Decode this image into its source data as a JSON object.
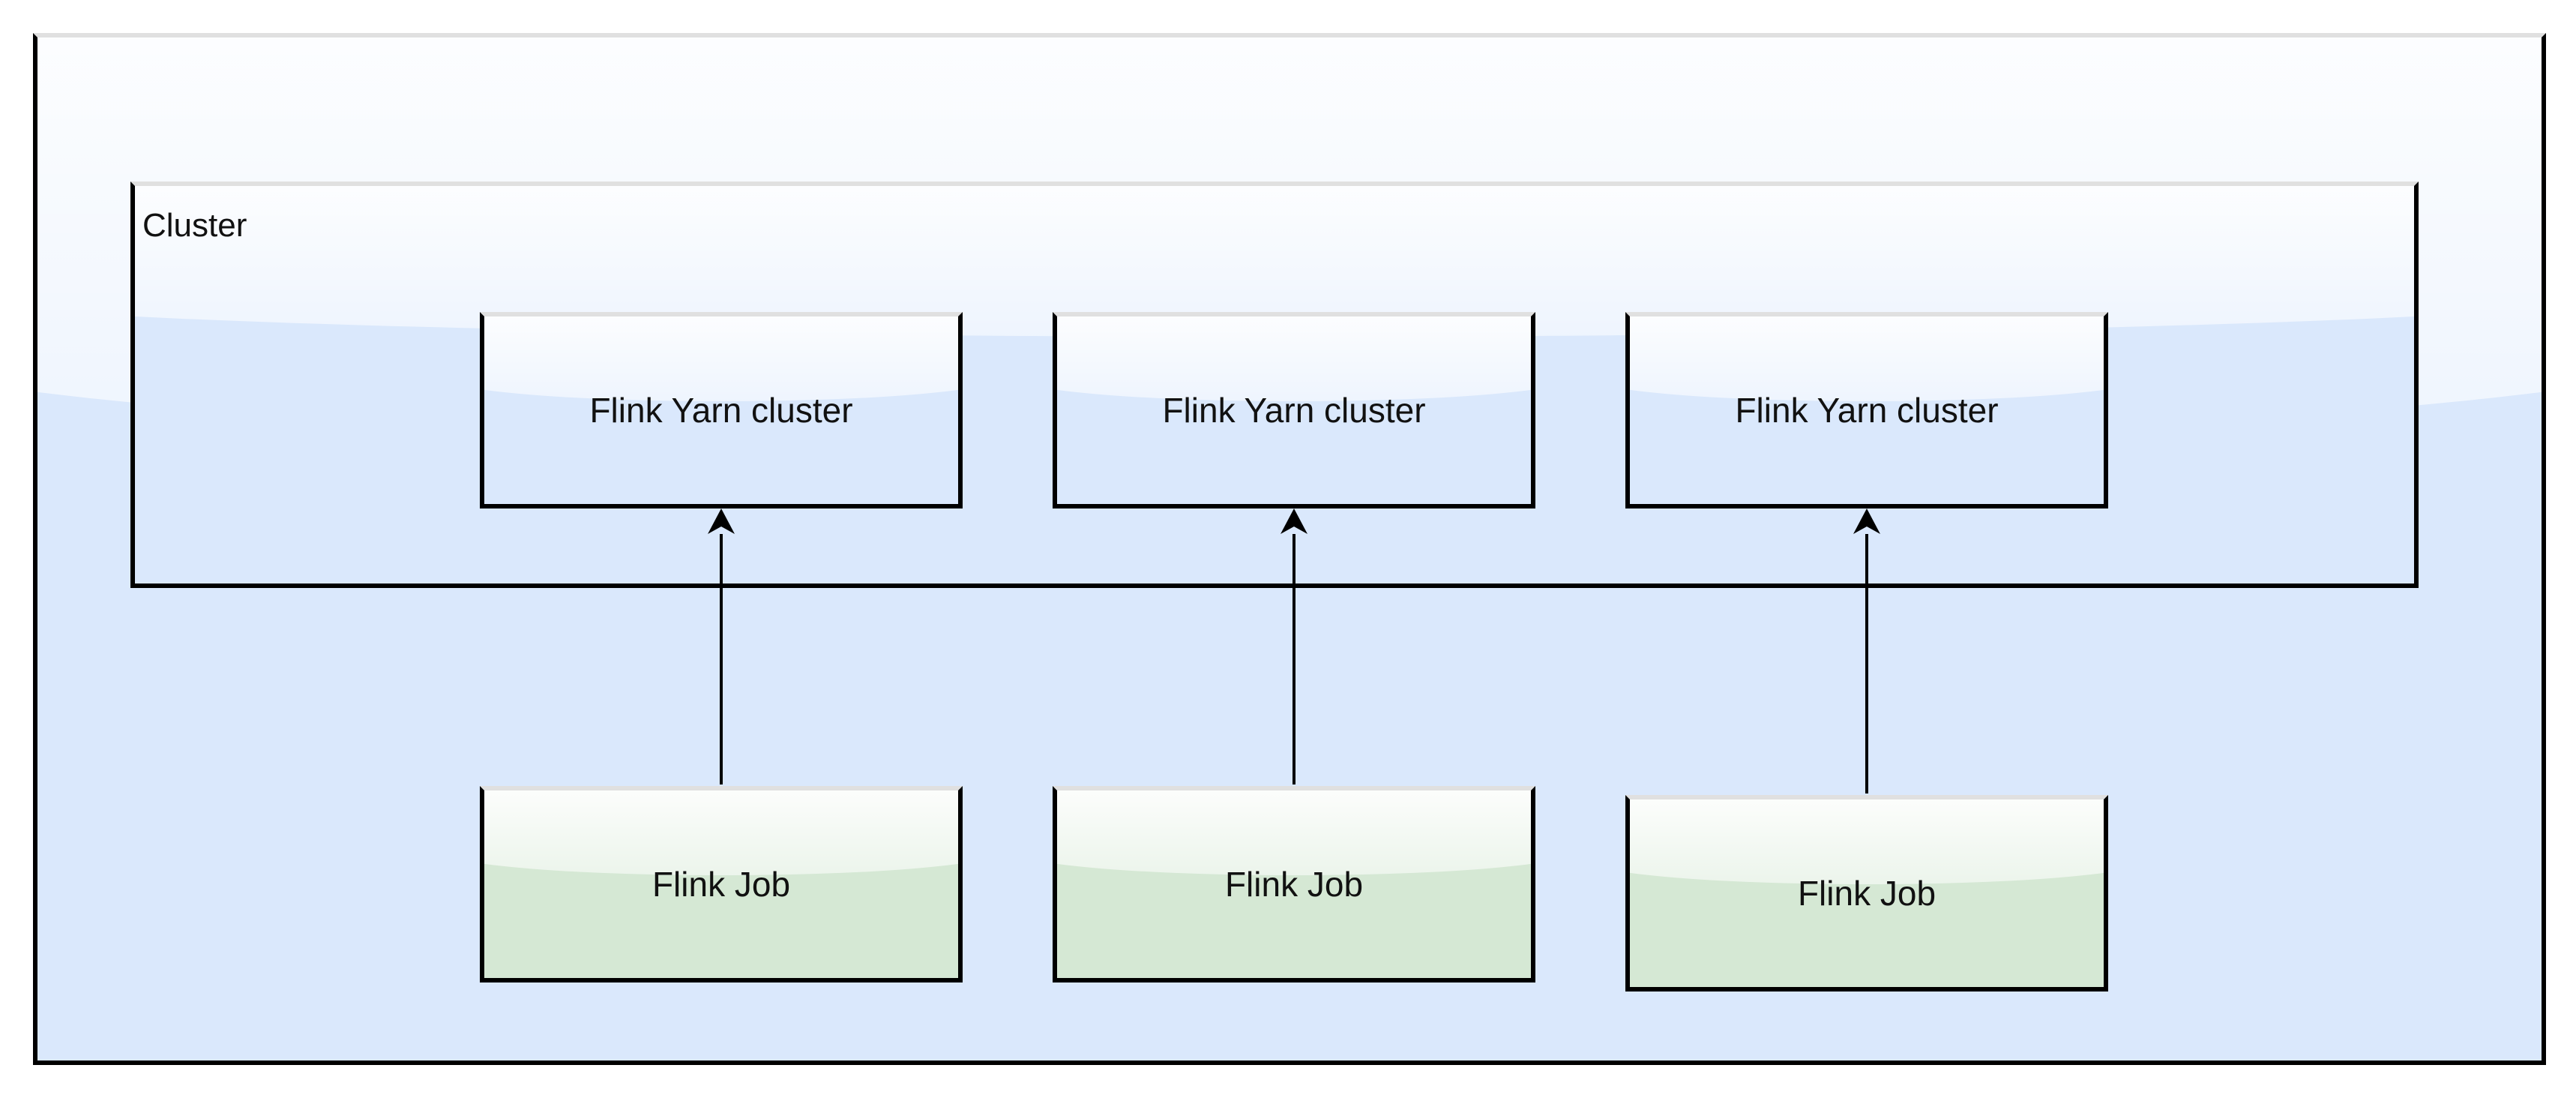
{
  "diagram": {
    "outer_label": "",
    "cluster": {
      "label": "Cluster"
    },
    "yarn_clusters": [
      {
        "label": "Flink Yarn cluster"
      },
      {
        "label": "Flink Yarn cluster"
      },
      {
        "label": "Flink Yarn cluster"
      }
    ],
    "jobs": [
      {
        "label": "Flink Job"
      },
      {
        "label": "Flink Job"
      },
      {
        "label": "Flink Job"
      }
    ],
    "edges": [
      {
        "from": "job-1",
        "to": "yarn-cluster-1"
      },
      {
        "from": "job-2",
        "to": "yarn-cluster-2"
      },
      {
        "from": "job-3",
        "to": "yarn-cluster-3"
      }
    ],
    "colors": {
      "container_fill": "#dae8fc",
      "job_fill": "#d5e8d4",
      "stroke": "#000000"
    }
  }
}
